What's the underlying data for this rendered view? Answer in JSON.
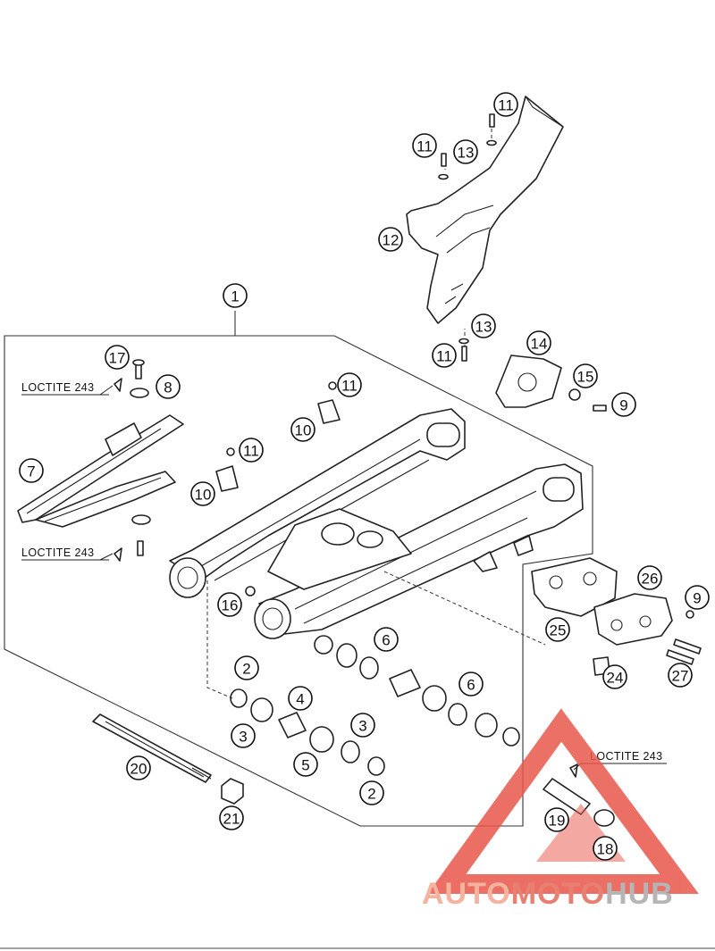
{
  "diagram": {
    "callouts": [
      {
        "id": "c1",
        "label": "1"
      },
      {
        "id": "c2a",
        "label": "2"
      },
      {
        "id": "c2b",
        "label": "2"
      },
      {
        "id": "c3a",
        "label": "3"
      },
      {
        "id": "c3b",
        "label": "3"
      },
      {
        "id": "c4",
        "label": "4"
      },
      {
        "id": "c5",
        "label": "5"
      },
      {
        "id": "c6a",
        "label": "6"
      },
      {
        "id": "c6b",
        "label": "6"
      },
      {
        "id": "c7",
        "label": "7"
      },
      {
        "id": "c8",
        "label": "8"
      },
      {
        "id": "c9a",
        "label": "9"
      },
      {
        "id": "c9b",
        "label": "9"
      },
      {
        "id": "c10a",
        "label": "10"
      },
      {
        "id": "c10b",
        "label": "10"
      },
      {
        "id": "c11a",
        "label": "11"
      },
      {
        "id": "c11b",
        "label": "11"
      },
      {
        "id": "c11c",
        "label": "11"
      },
      {
        "id": "c11d",
        "label": "11"
      },
      {
        "id": "c11e",
        "label": "11"
      },
      {
        "id": "c12",
        "label": "12"
      },
      {
        "id": "c13a",
        "label": "13"
      },
      {
        "id": "c13b",
        "label": "13"
      },
      {
        "id": "c14",
        "label": "14"
      },
      {
        "id": "c15",
        "label": "15"
      },
      {
        "id": "c16",
        "label": "16"
      },
      {
        "id": "c17",
        "label": "17"
      },
      {
        "id": "c18",
        "label": "18"
      },
      {
        "id": "c19",
        "label": "19"
      },
      {
        "id": "c20",
        "label": "20"
      },
      {
        "id": "c21",
        "label": "21"
      },
      {
        "id": "c24",
        "label": "24"
      },
      {
        "id": "c25",
        "label": "25"
      },
      {
        "id": "c26",
        "label": "26"
      },
      {
        "id": "c27",
        "label": "27"
      }
    ],
    "loctite_notes": [
      {
        "id": "l1",
        "text": "LOCTITE 243"
      },
      {
        "id": "l2",
        "text": "LOCTITE 243"
      },
      {
        "id": "l3",
        "text": "LOCTITE 243"
      }
    ]
  },
  "watermark": {
    "word_part_1": "AUTO",
    "word_part_2": "MOTO",
    "word_part_3": "HUB",
    "colors": {
      "auto": "#f4a58e",
      "moto": "#e46b5a",
      "hub": "#a9a9a9",
      "triangle": "#e8574a"
    }
  }
}
